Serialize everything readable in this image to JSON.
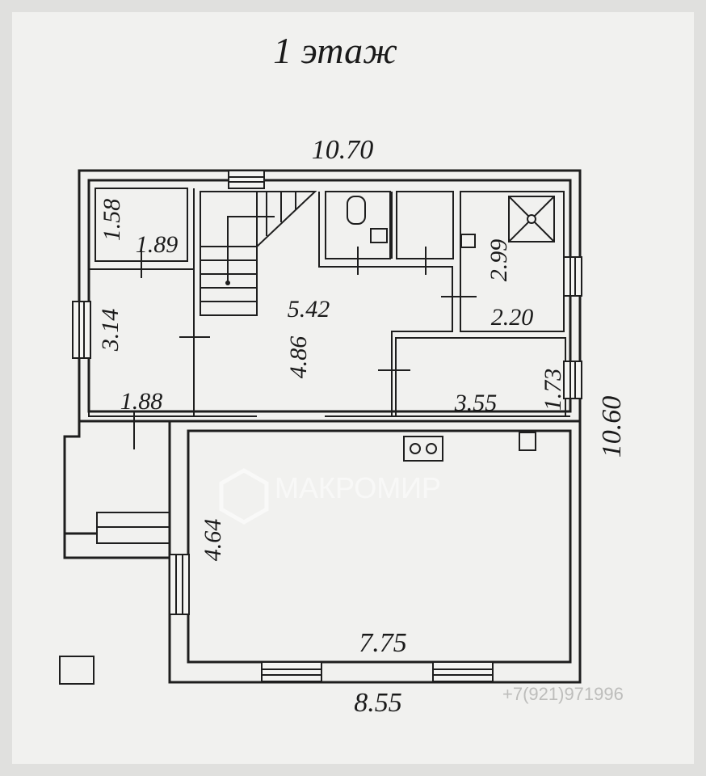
{
  "title": "1  этаж",
  "dimensions": {
    "top_width": "10.70",
    "right_height": "10.60",
    "bottom_width": "8.55"
  },
  "rooms": [
    {
      "id": "small-room-top-left",
      "w": "1.89",
      "h": "1.58"
    },
    {
      "id": "left-room",
      "w": "1.88",
      "h": "3.14"
    },
    {
      "id": "hall",
      "w": "5.42",
      "h": "4.86"
    },
    {
      "id": "boiler-room",
      "w": "2.20",
      "h": "2.99"
    },
    {
      "id": "right-room",
      "w": "3.55",
      "h": "1.73"
    },
    {
      "id": "main-room",
      "w": "7.75",
      "h": "4.64"
    }
  ],
  "watermark": "МАКРОМИР",
  "phone_watermark": "+7(921)971996",
  "colors": {
    "paper": "#f2f2f0",
    "ink": "#1e1e1e"
  }
}
